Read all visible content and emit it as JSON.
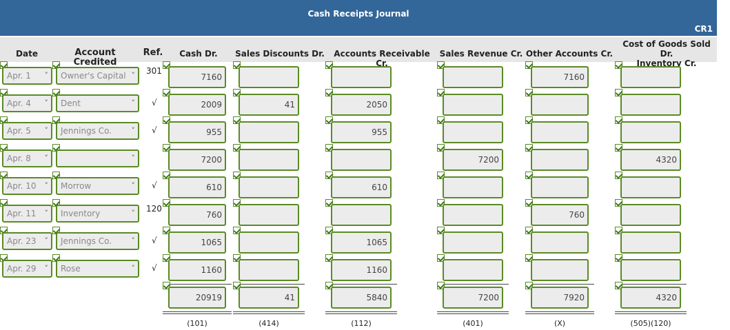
{
  "journal": {
    "title": "Cash Receipts Journal",
    "code": "CR1"
  },
  "headers": {
    "date": "Date",
    "account": "Account Credited",
    "ref": "Ref.",
    "cash": "Cash Dr.",
    "sales_disc": "Sales Discounts Dr.",
    "ar": "Accounts Receivable Cr.",
    "sales_rev": "Sales Revenue Cr.",
    "other": "Other Accounts Cr.",
    "cogs_line1": "Cost of Goods Sold Dr.",
    "cogs_line2": "Inventory Cr."
  },
  "rows": [
    {
      "date": "Apr. 1",
      "account": "Owner's Capital",
      "ref": "301",
      "cash": "7160",
      "sales_disc": "",
      "ar": "",
      "sales_rev": "",
      "other": "7160",
      "cogs": ""
    },
    {
      "date": "Apr. 4",
      "account": "Dent",
      "ref": "√",
      "cash": "2009",
      "sales_disc": "41",
      "ar": "2050",
      "sales_rev": "",
      "other": "",
      "cogs": ""
    },
    {
      "date": "Apr. 5",
      "account": "Jennings Co.",
      "ref": "√",
      "cash": "955",
      "sales_disc": "",
      "ar": "955",
      "sales_rev": "",
      "other": "",
      "cogs": ""
    },
    {
      "date": "Apr. 8",
      "account": "",
      "ref": "",
      "cash": "7200",
      "sales_disc": "",
      "ar": "",
      "sales_rev": "7200",
      "other": "",
      "cogs": "4320"
    },
    {
      "date": "Apr. 10",
      "account": "Morrow",
      "ref": "√",
      "cash": "610",
      "sales_disc": "",
      "ar": "610",
      "sales_rev": "",
      "other": "",
      "cogs": ""
    },
    {
      "date": "Apr. 11",
      "account": "Inventory",
      "ref": "120",
      "cash": "760",
      "sales_disc": "",
      "ar": "",
      "sales_rev": "",
      "other": "760",
      "cogs": ""
    },
    {
      "date": "Apr. 23",
      "account": "Jennings Co.",
      "ref": "√",
      "cash": "1065",
      "sales_disc": "",
      "ar": "1065",
      "sales_rev": "",
      "other": "",
      "cogs": ""
    },
    {
      "date": "Apr. 29",
      "account": "Rose",
      "ref": "√",
      "cash": "1160",
      "sales_disc": "",
      "ar": "1160",
      "sales_rev": "",
      "other": "",
      "cogs": ""
    }
  ],
  "totals": {
    "cash": "20919",
    "sales_disc": "41",
    "ar": "5840",
    "sales_rev": "7200",
    "other": "7920",
    "cogs": "4320"
  },
  "account_codes": {
    "cash": "(101)",
    "sales_disc": "(414)",
    "ar": "(112)",
    "sales_rev": "(401)",
    "other": "(X)",
    "cogs": "(505)(120)"
  },
  "colors": {
    "header_bg": "#336699",
    "field_border": "#5a8a24",
    "field_bg": "#ececec"
  }
}
